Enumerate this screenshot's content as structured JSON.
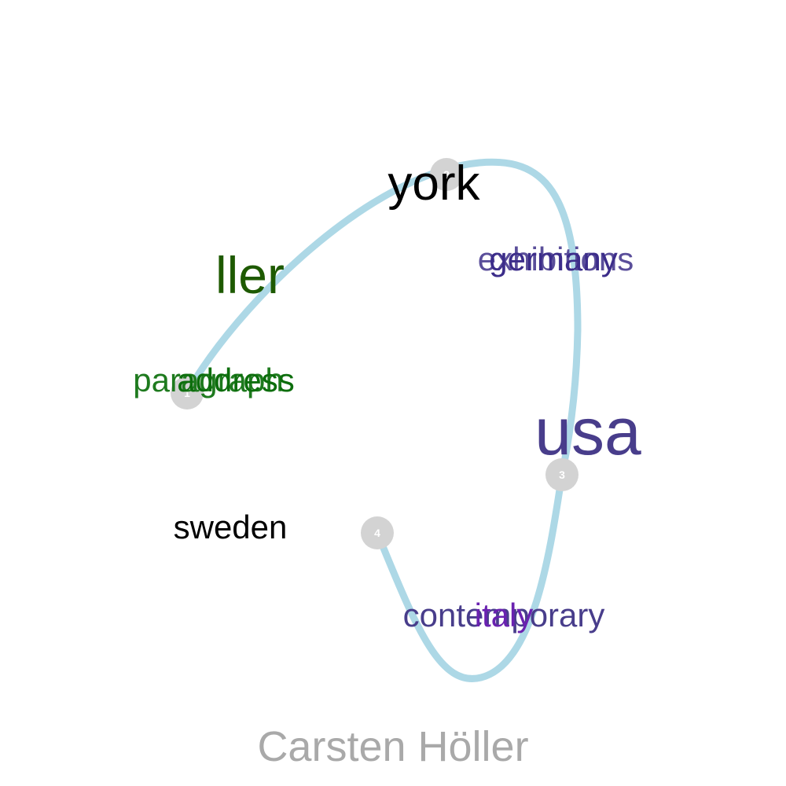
{
  "title": "Carsten Höller",
  "colors": {
    "background": "#ffffff",
    "path": "#add8e6",
    "node": "#d3d3d3",
    "node_label": "#ffffff",
    "title": "#a9a9a9"
  },
  "nodes": [
    {
      "id": "1",
      "label": "1"
    },
    {
      "id": "2",
      "label": "2"
    },
    {
      "id": "3",
      "label": "3"
    },
    {
      "id": "4",
      "label": "4"
    }
  ],
  "words": [
    {
      "id": "york",
      "text": "york",
      "color": "#000000"
    },
    {
      "id": "ller",
      "text": "ller",
      "color": "#1e5a00"
    },
    {
      "id": "exhibitions",
      "text": "exhibitions",
      "color": "#5a4e9a"
    },
    {
      "id": "germany",
      "text": "germany",
      "color": "#3c2d8a"
    },
    {
      "id": "paragraph",
      "text": "paragraph",
      "color": "#1e7a1e"
    },
    {
      "id": "address",
      "text": "address",
      "color": "#0d6e0d"
    },
    {
      "id": "usa",
      "text": "usa",
      "color": "#483d8b"
    },
    {
      "id": "sweden",
      "text": "sweden",
      "color": "#000000"
    },
    {
      "id": "contemporary",
      "text": "contemporary",
      "color": "#483d8b"
    },
    {
      "id": "italy",
      "text": "italy",
      "color": "#6a22b0"
    }
  ]
}
